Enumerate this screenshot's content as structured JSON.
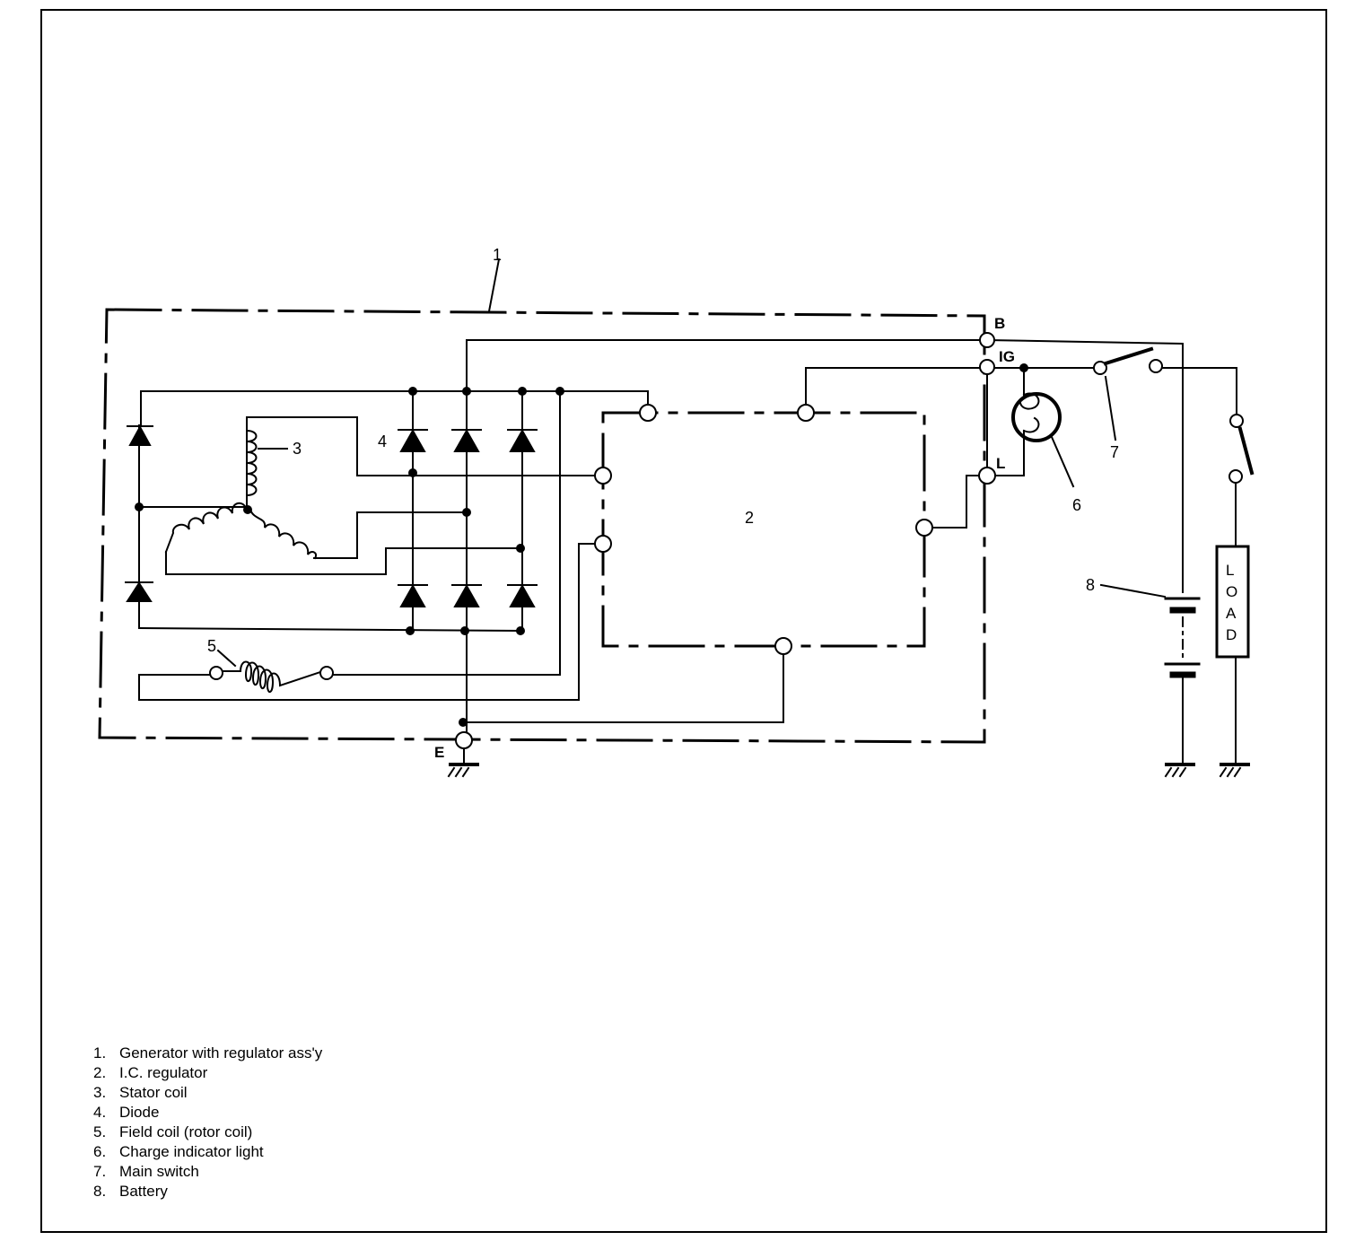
{
  "figure": {
    "callouts": {
      "generator": "1",
      "regulator": "2",
      "stator": "3",
      "diode": "4",
      "field_coil": "5",
      "indicator": "6",
      "main_switch": "7",
      "battery": "8"
    },
    "terminals": {
      "b": "B",
      "ig": "IG",
      "l": "L",
      "e": "E"
    },
    "load": [
      "L",
      "O",
      "A",
      "D"
    ]
  },
  "legend": [
    {
      "num": "1.",
      "text": "Generator with regulator ass'y"
    },
    {
      "num": "2.",
      "text": "I.C. regulator"
    },
    {
      "num": "3.",
      "text": "Stator coil"
    },
    {
      "num": "4.",
      "text": "Diode"
    },
    {
      "num": "5.",
      "text": "Field coil (rotor coil)"
    },
    {
      "num": "6.",
      "text": "Charge indicator light"
    },
    {
      "num": "7.",
      "text": "Main switch"
    },
    {
      "num": "8.",
      "text": "Battery"
    }
  ]
}
